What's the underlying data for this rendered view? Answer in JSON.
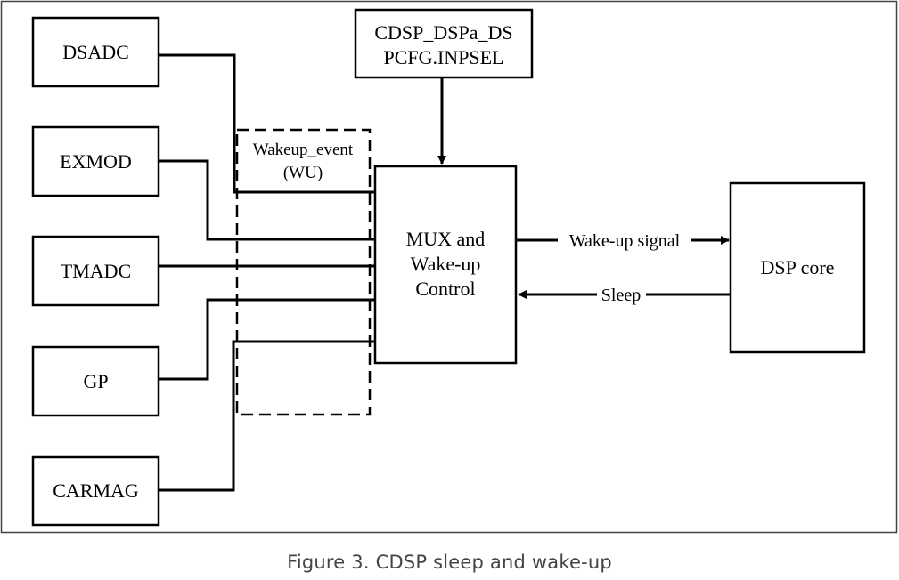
{
  "figure": {
    "caption": "Figure 3. CDSP sleep and wake-up"
  },
  "blocks": {
    "dsadc": "DSADC",
    "exmod": "EXMOD",
    "tmadc": "TMADC",
    "gp": "GP",
    "carmag": "CARMAG",
    "cfg_line1": "CDSP_DSPa_DS",
    "cfg_line2": "PCFG.INPSEL",
    "mux_line1": "MUX and",
    "mux_line2": "Wake-up",
    "mux_line3": "Control",
    "dsp_core": "DSP core"
  },
  "wakeup_group": {
    "line1": "Wakeup_event",
    "line2": "(WU)"
  },
  "signals": {
    "wake_up": "Wake-up signal",
    "sleep": "Sleep"
  }
}
